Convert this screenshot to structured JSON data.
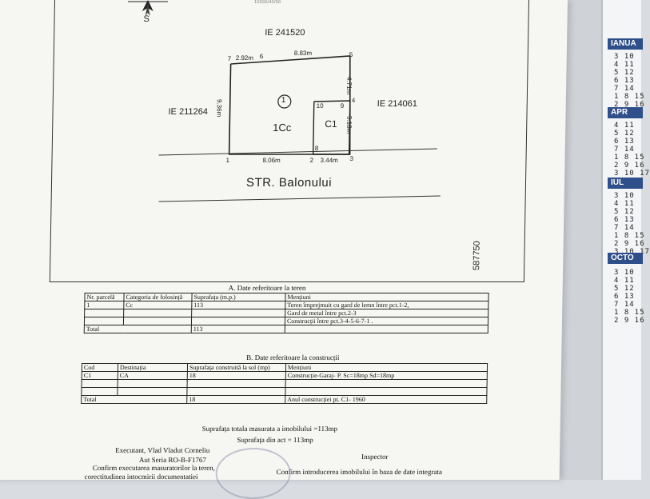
{
  "calendar": {
    "months": [
      "IANUA",
      "APR",
      "IUL",
      "OCTO"
    ],
    "rows": [
      [
        "3 10",
        "4 11",
        "5 12",
        "6 13",
        "7 14",
        "1 8 15",
        "2 9 16"
      ],
      [
        "4 11",
        "5 12",
        "6 13",
        "7 14",
        "1 8 15",
        "2 9 16",
        "3 10 17"
      ],
      [
        "3 10",
        "4 11",
        "5 12",
        "6 13",
        "7 14",
        "1 8 15",
        "2 9 16",
        "3 10 17"
      ],
      [
        "3 10",
        "4 11",
        "5 12",
        "6 13",
        "7 14",
        "1 8 15",
        "2 9 16"
      ]
    ]
  },
  "plan": {
    "north_label": "S",
    "header_fragment": "15555/40/56",
    "neighbor_top": "IE 241520",
    "neighbor_left": "IE 211264",
    "neighbor_right": "IE 214061",
    "coord_label": "587750",
    "street": "STR. Balonului",
    "parcel_number": "1",
    "parcel_code": "1Cc",
    "building_code": "C1",
    "dims": {
      "d76": "2.92m",
      "d65": "8.83m",
      "d54": "4.71m",
      "d17": "9.36m",
      "d43": "5.18m",
      "d12": "8.06m",
      "d23": "3.44m"
    },
    "points": {
      "p1": "1",
      "p2": "2",
      "p3": "3",
      "p4": "4",
      "p5": "5",
      "p6": "6",
      "p7": "7",
      "p8": "8",
      "p9": "9",
      "p10": "10"
    }
  },
  "section_a": {
    "title": "A. Date referitoare la teren",
    "headers": [
      "Nr. parcelă",
      "Categoria de folosință",
      "Suprafața (m.p.)",
      "Mențiuni"
    ],
    "rows": [
      {
        "nr": "1",
        "cat": "Cc",
        "supr": "113",
        "ment": "Teren împrejmuit cu gard de lemn între pct.1-2,"
      },
      {
        "nr": "",
        "cat": "",
        "supr": "",
        "ment": "Gard de metal între pct.2-3"
      },
      {
        "nr": "",
        "cat": "",
        "supr": "",
        "ment": "Construcții între pct.3-4-5-6-7-1 ."
      }
    ],
    "total_label": "Total",
    "total_value": "113"
  },
  "section_b": {
    "title": "B. Date referitoare la construcții",
    "headers": [
      "Cod",
      "Destinația",
      "Suprafața construită la sol (mp)",
      "Mențiuni"
    ],
    "rows": [
      {
        "cod": "C1",
        "dest": "CA",
        "supr": "18",
        "ment": "Construcție-Garaj- P. Sc=18mp Sd=18mp"
      }
    ],
    "total_label": "Total",
    "total_value": "18",
    "total_note": "Anul construcției pt. C1- 1960"
  },
  "summary": {
    "measured": "Suprafața totala masurata a imobilului =113mp",
    "from_act": "Suprafața din act = 113mp"
  },
  "footer": {
    "executant_name": "Executant, Vlad Vladut Corneliu",
    "executant_aut": "Aut Seria RO-B-F1767",
    "executant_line1": "Confirm executarea masuratorilor la teren,",
    "executant_line2": "corectitudinea intocmirii documentatiei",
    "inspector_title": "Inspector",
    "inspector_line1": "Confirm introducerea imobilului în baza de date integrata"
  }
}
